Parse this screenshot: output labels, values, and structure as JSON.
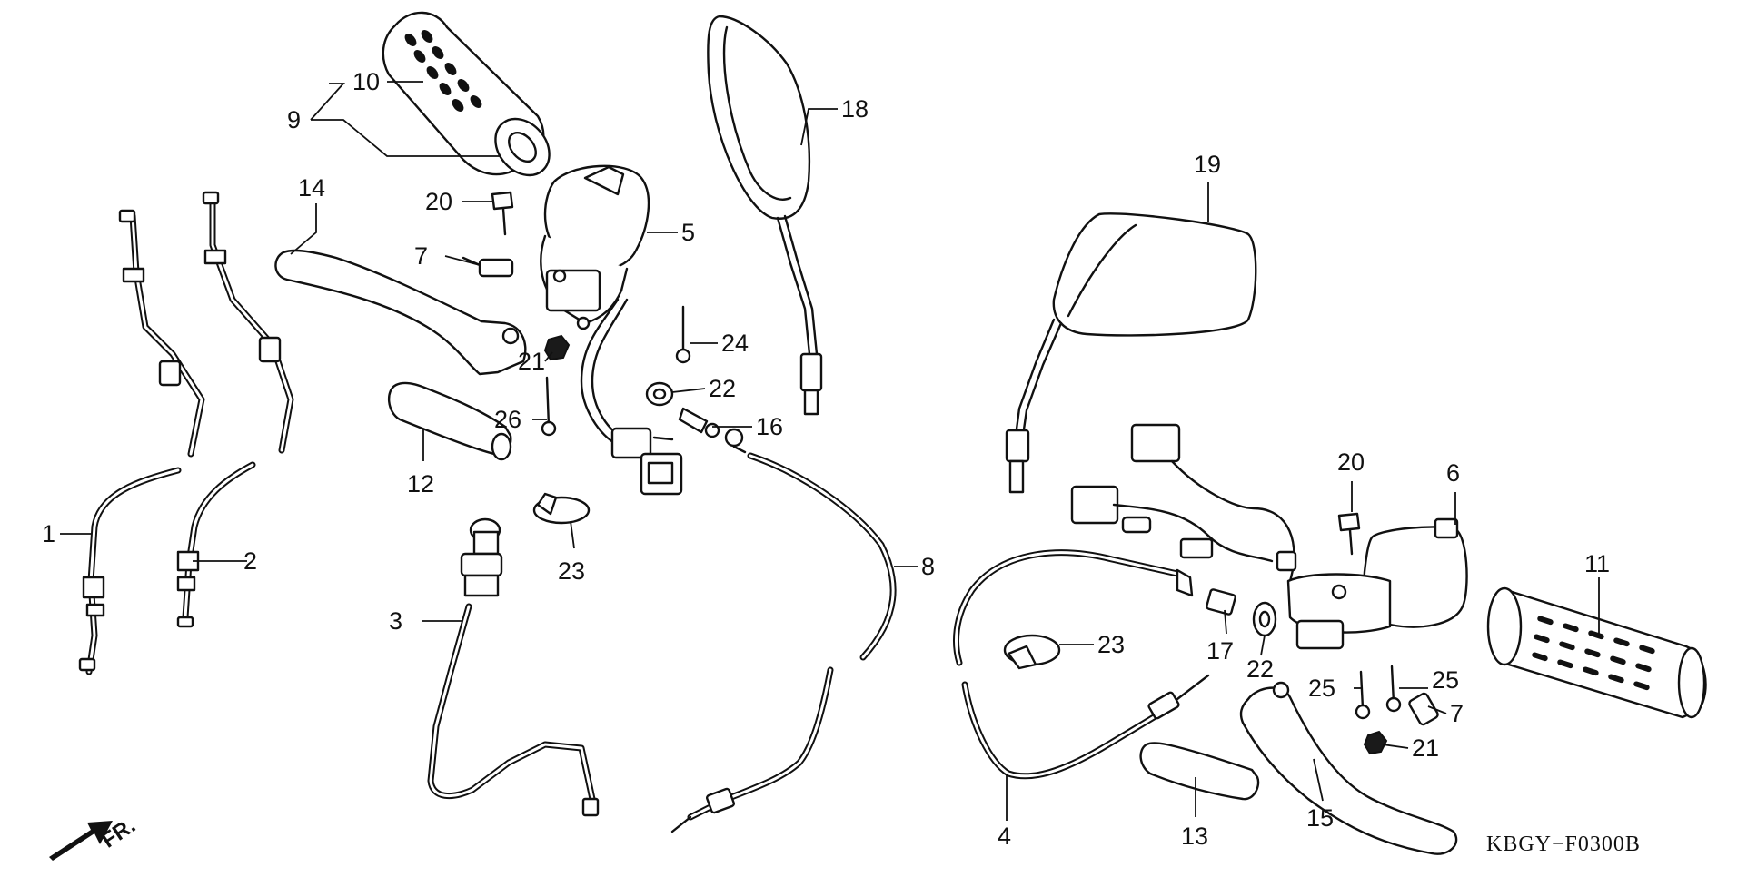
{
  "diagram_code": "KBGY−F0300B",
  "direction_label": "FR.",
  "callouts": [
    {
      "id": "c1",
      "text": "1"
    },
    {
      "id": "c2",
      "text": "2"
    },
    {
      "id": "c3",
      "text": "3"
    },
    {
      "id": "c4",
      "text": "4"
    },
    {
      "id": "c5",
      "text": "5"
    },
    {
      "id": "c6",
      "text": "6"
    },
    {
      "id": "c7a",
      "text": "7"
    },
    {
      "id": "c7b",
      "text": "7"
    },
    {
      "id": "c8",
      "text": "8"
    },
    {
      "id": "c9",
      "text": "9"
    },
    {
      "id": "c10",
      "text": "10"
    },
    {
      "id": "c11",
      "text": "11"
    },
    {
      "id": "c12",
      "text": "12"
    },
    {
      "id": "c13",
      "text": "13"
    },
    {
      "id": "c14",
      "text": "14"
    },
    {
      "id": "c15",
      "text": "15"
    },
    {
      "id": "c16",
      "text": "16"
    },
    {
      "id": "c17",
      "text": "17"
    },
    {
      "id": "c18",
      "text": "18"
    },
    {
      "id": "c19",
      "text": "19"
    },
    {
      "id": "c20a",
      "text": "20"
    },
    {
      "id": "c20b",
      "text": "20"
    },
    {
      "id": "c21a",
      "text": "21"
    },
    {
      "id": "c21b",
      "text": "21"
    },
    {
      "id": "c22a",
      "text": "22"
    },
    {
      "id": "c22b",
      "text": "22"
    },
    {
      "id": "c23a",
      "text": "23"
    },
    {
      "id": "c23b",
      "text": "23"
    },
    {
      "id": "c24",
      "text": "24"
    },
    {
      "id": "c25a",
      "text": "25"
    },
    {
      "id": "c25b",
      "text": "25"
    },
    {
      "id": "c26",
      "text": "26"
    }
  ]
}
